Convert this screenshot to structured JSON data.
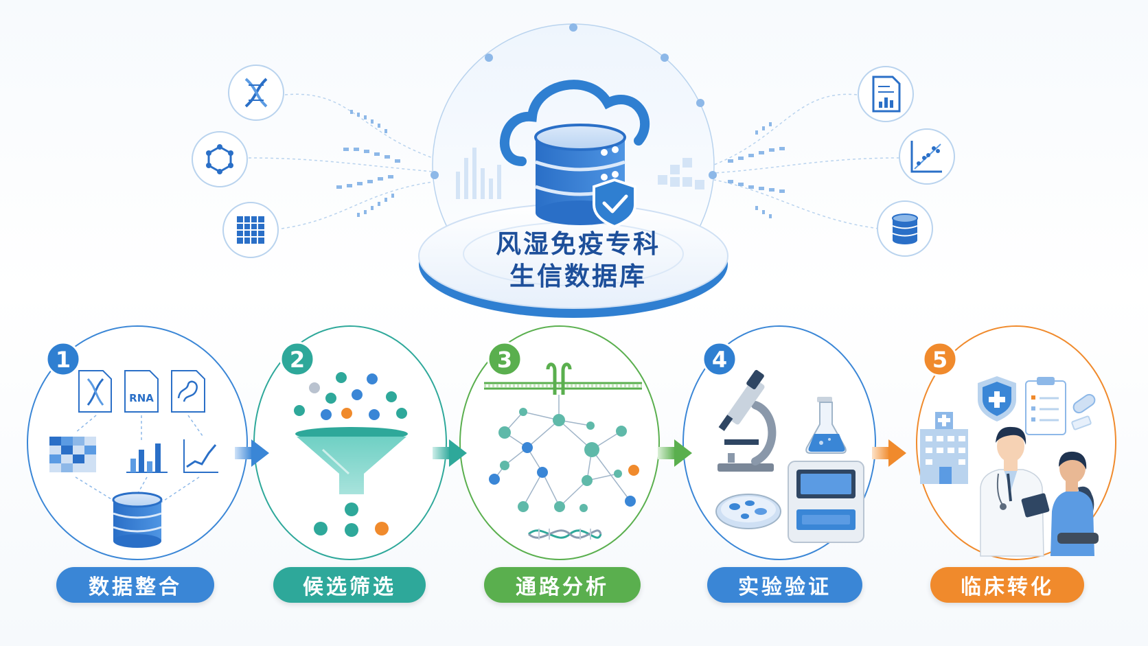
{
  "hub": {
    "title_line1": "风湿免疫专科",
    "title_line2": "生信数据库"
  },
  "steps": [
    {
      "number": "1",
      "label": "数据整合",
      "color": "#2f7fd1"
    },
    {
      "number": "2",
      "label": "候选筛选",
      "color": "#2ea89a"
    },
    {
      "number": "3",
      "label": "通路分析",
      "color": "#5aaf4e"
    },
    {
      "number": "4",
      "label": "实验验证",
      "color": "#2f7fd1"
    },
    {
      "number": "5",
      "label": "临床转化",
      "color": "#f08a2c"
    }
  ],
  "file_tags": {
    "rna": "RNA"
  },
  "colors": {
    "primary_blue": "#2f7fd1",
    "teal": "#2ea89a",
    "green": "#5aaf4e",
    "orange": "#f08a2c",
    "light_line": "#b9d3ee"
  }
}
